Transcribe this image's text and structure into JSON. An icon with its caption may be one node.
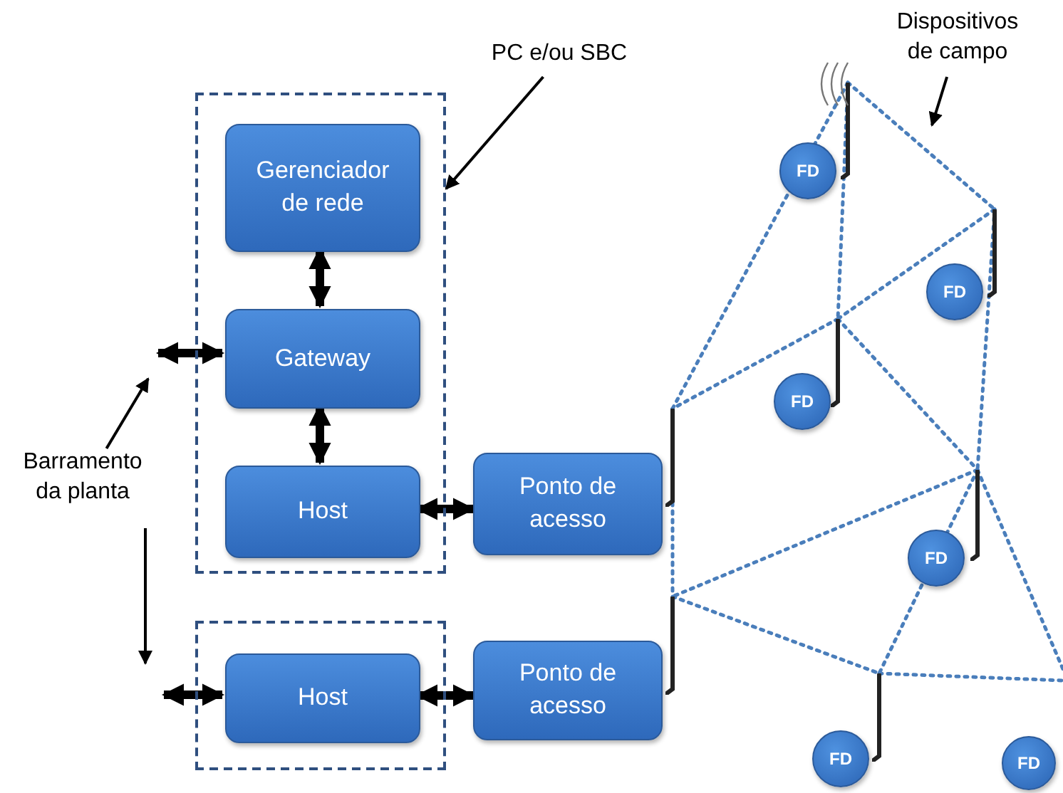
{
  "diagram": {
    "nodes": [
      {
        "text": [
          "PC e/ou SBC"
        ]
      },
      {
        "text": [
          "Dispositivos de campo"
        ]
      },
      {
        "text": [],
        "shape": "box"
      },
      {
        "text": [
          "Gerenciador de rede"
        ],
        "in": 2
      },
      {
        "text": [
          "Gateway"
        ],
        "in": 2
      },
      {
        "text": [
          "Host"
        ],
        "in": 2
      },
      {
        "text": [
          "Ponto de acesso"
        ]
      },
      {
        "text": [
          "Barramento da planta"
        ]
      },
      {
        "text": [],
        "shape": "box"
      },
      {
        "text": [
          "Host"
        ],
        "in": 8
      },
      {
        "text": [
          "Ponto de acesso"
        ]
      },
      {
        "text": [
          "FD"
        ]
      },
      {
        "text": [
          "FD"
        ]
      },
      {
        "text": [
          "FD"
        ]
      },
      {
        "text": [
          "FD"
        ]
      },
      {
        "text": [
          "FD"
        ]
      },
      {
        "text": [
          "FD"
        ]
      }
    ],
    "edges": [
      {
        "from": 3,
        "to": 4,
        "arrow": "both",
        "style": "thick",
        "color": "#000000"
      },
      {
        "from": 4,
        "to": 5,
        "arrow": "both",
        "style": "thick",
        "color": "#000000"
      },
      {
        "from": null,
        "to": 4,
        "arrow": "both",
        "style": "thick",
        "color": "#000000"
      },
      {
        "from": 5,
        "to": 6,
        "arrow": "both",
        "style": "thick",
        "color": "#000000"
      },
      {
        "from": null,
        "to": 9,
        "arrow": "both",
        "style": "thick",
        "color": "#000000"
      },
      {
        "from": 9,
        "to": 10,
        "arrow": "both",
        "style": "thick",
        "color": "#000000"
      },
      {
        "from": 0,
        "to": 2,
        "arrow": "to",
        "color": "#000000"
      },
      {
        "from": 7,
        "to": null,
        "arrow": "to",
        "color": "#000000"
      },
      {
        "from": 7,
        "to": null,
        "arrow": "to",
        "color": "#000000"
      },
      {
        "from": 1,
        "to": null,
        "arrow": "to",
        "color": "#000000"
      },
      {
        "from": 11,
        "to": 6,
        "arrow": "none",
        "style": "dashed"
      },
      {
        "from": 11,
        "to": 13,
        "arrow": "none",
        "style": "dashed"
      },
      {
        "from": 11,
        "to": 12,
        "arrow": "none",
        "style": "dashed"
      },
      {
        "from": 12,
        "to": 13,
        "arrow": "none",
        "style": "dashed"
      },
      {
        "from": 13,
        "to": 6,
        "arrow": "none",
        "style": "dashed"
      },
      {
        "from": 12,
        "to": 14,
        "arrow": "none",
        "style": "dashed"
      },
      {
        "from": 13,
        "to": 14,
        "arrow": "none",
        "style": "dashed"
      },
      {
        "from": 6,
        "to": 10,
        "arrow": "none",
        "style": "dashed"
      },
      {
        "from": 14,
        "to": 10,
        "arrow": "none",
        "style": "dashed"
      },
      {
        "from": 14,
        "to": 15,
        "arrow": "none",
        "style": "dashed"
      },
      {
        "from": 10,
        "to": 15,
        "arrow": "none",
        "style": "dashed"
      },
      {
        "from": 14,
        "to": null,
        "arrow": "none",
        "style": "dashed"
      },
      {
        "from": 15,
        "to": null,
        "arrow": "none",
        "style": "dashed"
      }
    ]
  }
}
